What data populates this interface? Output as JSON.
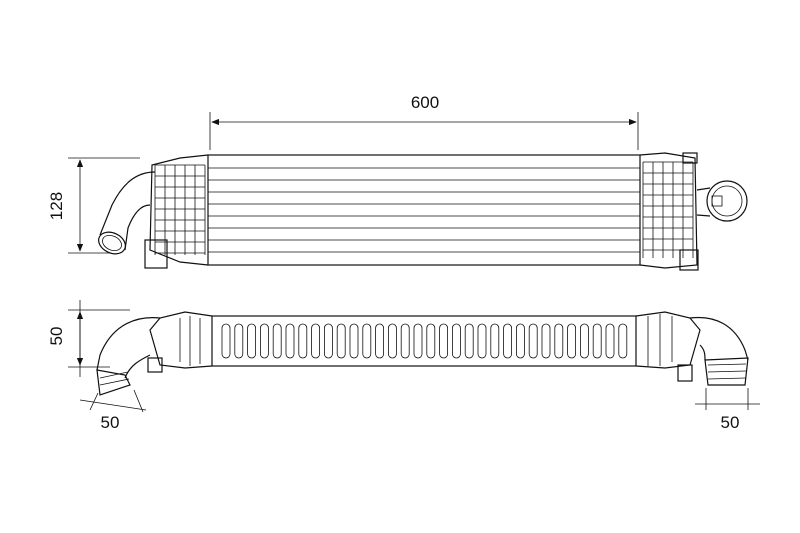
{
  "drawing": {
    "top_view": {
      "length_label": "600",
      "height_label": "128"
    },
    "side_view": {
      "depth_label": "50",
      "left_outlet_label": "50",
      "right_outlet_label": "50"
    }
  }
}
